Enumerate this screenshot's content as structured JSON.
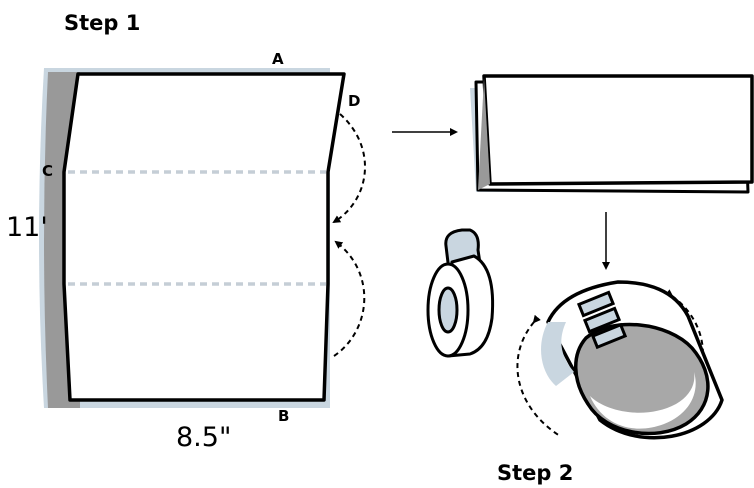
{
  "steps": {
    "step1_label": "Step 1",
    "step2_label": "Step 2"
  },
  "paper": {
    "corner_a": "A",
    "corner_b": "B",
    "corner_c": "C",
    "corner_d": "D",
    "height_label": "11'",
    "width_label": "8.5\""
  },
  "colors": {
    "outline": "#000000",
    "shadow_gray": "#999999",
    "light_blue": "#c9d6e0",
    "fold_line": "#c5ced6",
    "tube_inner": "#a8a8a8"
  }
}
